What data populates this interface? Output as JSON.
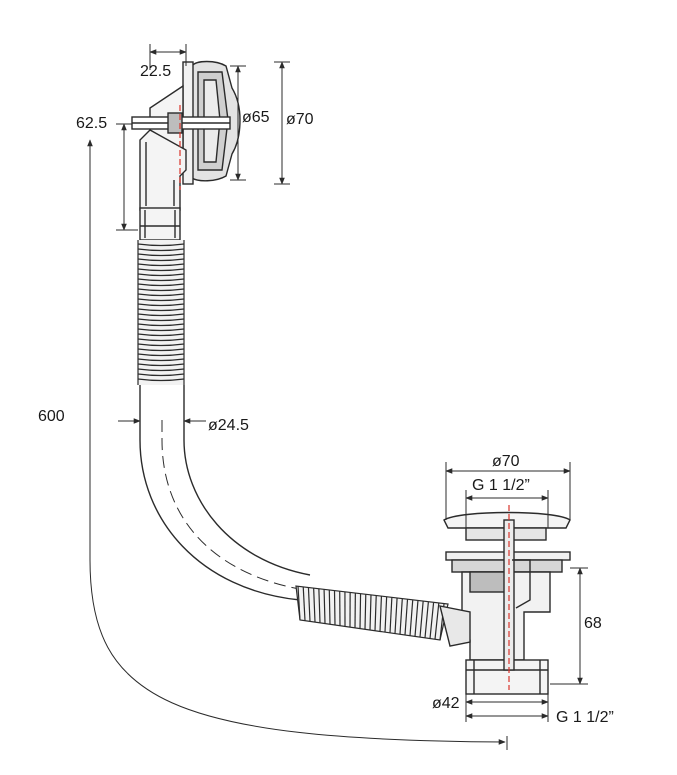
{
  "dimensions": {
    "overflow_thickness": "22.5",
    "overflow_offset": "62.5",
    "overflow_outer_diameter_small": "ø65",
    "overflow_outer_diameter_large": "ø70",
    "hose_length": "600",
    "hose_diameter": "ø24.5",
    "waste_diameter": "ø70",
    "waste_thread_top": "G 1 1/2”",
    "waste_height": "68",
    "outlet_diameter": "ø42",
    "outlet_thread": "G 1 1/2”"
  },
  "colors": {
    "line": "#2b2b2b",
    "centerline": "#d9342b",
    "fill": "#ffffff",
    "shade": "#bdbdbd"
  }
}
